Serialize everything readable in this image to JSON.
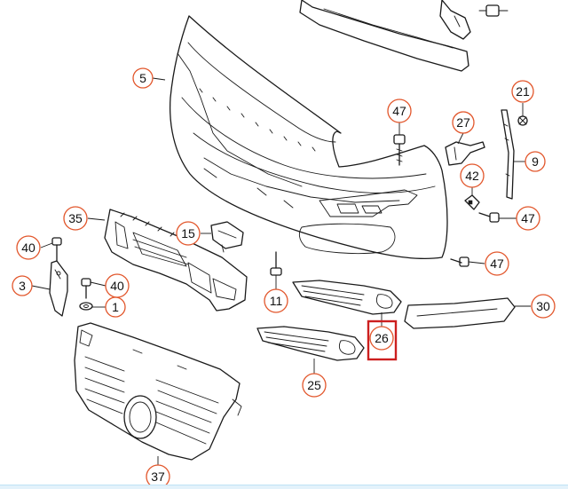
{
  "diagram": {
    "callouts": [
      {
        "id": "5",
        "label": "5"
      },
      {
        "id": "47a",
        "label": "47"
      },
      {
        "id": "27",
        "label": "27"
      },
      {
        "id": "21",
        "label": "21"
      },
      {
        "id": "9",
        "label": "9"
      },
      {
        "id": "42",
        "label": "42"
      },
      {
        "id": "47b",
        "label": "47"
      },
      {
        "id": "47c",
        "label": "47"
      },
      {
        "id": "35",
        "label": "35"
      },
      {
        "id": "15",
        "label": "15"
      },
      {
        "id": "40a",
        "label": "40"
      },
      {
        "id": "3",
        "label": "3"
      },
      {
        "id": "40b",
        "label": "40"
      },
      {
        "id": "1",
        "label": "1"
      },
      {
        "id": "11",
        "label": "11"
      },
      {
        "id": "26",
        "label": "26"
      },
      {
        "id": "30",
        "label": "30"
      },
      {
        "id": "25",
        "label": "25"
      },
      {
        "id": "37",
        "label": "37"
      }
    ],
    "highlighted_part": "26",
    "colors": {
      "callout_border": "#e2562b",
      "highlight_border": "#cc1f1f",
      "line_art": "#1a1a1a",
      "footer_bar": "#e3f2fb"
    }
  }
}
